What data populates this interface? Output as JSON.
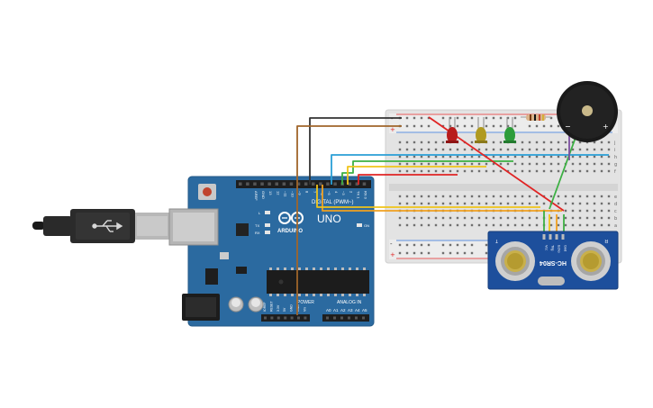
{
  "arduino": {
    "logo": "ARDUINO",
    "model": "UNO",
    "digital_label": "DIGITAL (PWM~)",
    "power_label": "POWER",
    "analog_label": "ANALOG IN",
    "on_label": "ON",
    "aref": "AREF",
    "gnd": "GND",
    "pin_labels": [
      "13",
      "12",
      "~11",
      "~10",
      "~9",
      "8",
      "7",
      "~6",
      "~5",
      "4",
      "~3",
      "2",
      "TX 1",
      "RX 0"
    ],
    "led_l": "L",
    "led_tx": "TX",
    "led_rx": "RX",
    "power_pins": [
      "IOREF",
      "RESET",
      "3.3V",
      "5V",
      "GND",
      "GND",
      "Vin"
    ],
    "analog_pins": [
      "A0",
      "A1",
      "A2",
      "A3",
      "A4",
      "A5"
    ]
  },
  "sensor": {
    "model": "HC-SR04",
    "pins": [
      "Vcc",
      "Trig",
      "Echo",
      "Gnd"
    ],
    "t_label": "T",
    "r_label": "R"
  },
  "breadboard": {
    "row_letters_top": [
      "j",
      "i",
      "h",
      "g",
      "f"
    ],
    "row_letters_bottom": [
      "e",
      "d",
      "c",
      "b",
      "a"
    ],
    "plus": "+",
    "minus": "-"
  },
  "buzzer": {
    "minus": "−",
    "plus": "+"
  },
  "colors": {
    "board": "#2b6aa0",
    "breadboard": "#e6e6e6",
    "wire_black": "#333333",
    "wire_brown": "#a0652a",
    "wire_red": "#e02424",
    "wire_yellow": "#f0c419",
    "wire_green": "#3cb043",
    "wire_blue": "#2a9fd6",
    "wire_orange": "#f0a020",
    "wire_purple": "#7b4fa0",
    "led_red": "#b81c1c",
    "led_yellow": "#b09a20",
    "led_green": "#2d9c3a"
  }
}
